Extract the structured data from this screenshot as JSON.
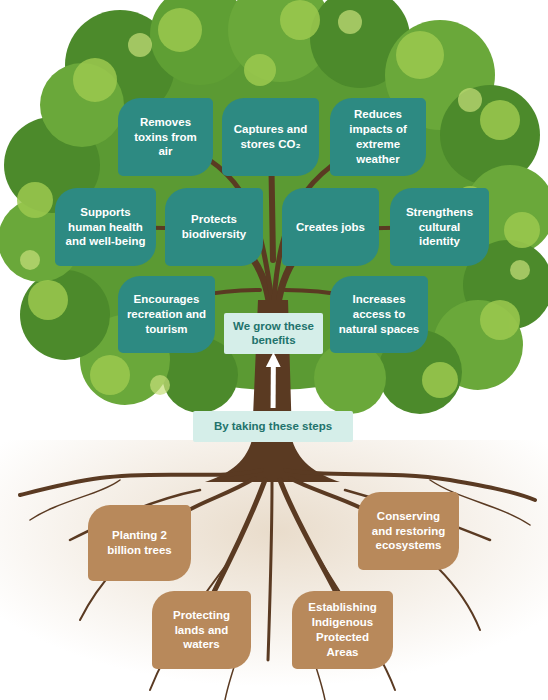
{
  "diagram": {
    "nodes": [
      {
        "text": [
          "Removes toxins from air"
        ]
      },
      {
        "text": [
          "Captures and stores CO₂"
        ]
      },
      {
        "text": [
          "Reduces impacts of extreme weather"
        ]
      },
      {
        "text": [
          "Supports human health and well-being"
        ]
      },
      {
        "text": [
          "Protects biodiversity"
        ]
      },
      {
        "text": [
          "Creates jobs"
        ]
      },
      {
        "text": [
          "Strengthens cultural identity"
        ]
      },
      {
        "text": [
          "Encourages recreation and tourism"
        ]
      },
      {
        "text": [
          "We grow these benefits"
        ]
      },
      {
        "text": [
          "Increases access to natural spaces"
        ]
      },
      {
        "text": [
          "By taking these steps"
        ]
      },
      {
        "text": [
          "Planting 2 billion trees"
        ]
      },
      {
        "text": [
          "Conserving and restoring ecosystems"
        ]
      },
      {
        "text": [
          "Protecting lands and waters"
        ]
      },
      {
        "text": [
          "Establishing Indigenous Protected Areas"
        ]
      }
    ],
    "edges": [
      {
        "from": 10,
        "to": 8,
        "arrow": "to"
      }
    ]
  }
}
